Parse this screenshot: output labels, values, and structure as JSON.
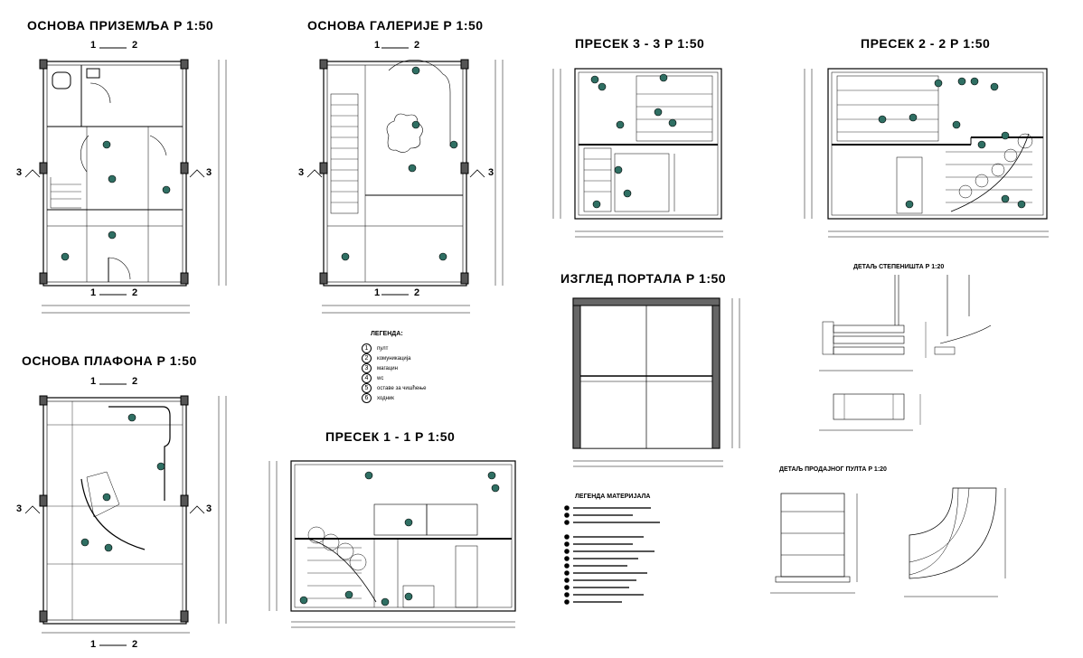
{
  "titles": {
    "ground_floor": "ОСНОВА ПРИЗЕМЉА  Р 1:50",
    "gallery": "ОСНОВА ГАЛЕРИЈЕ  Р 1:50",
    "section_33": "ПРЕСЕК 3 - 3 Р 1:50",
    "section_22": "ПРЕСЕК 2 - 2  Р 1:50",
    "portal": "ИЗГЛЕД ПОРТАЛА  Р 1:50",
    "ceiling": "ОСНОВА ПЛАФОНА   Р 1:50",
    "section_11": "ПРЕСЕК 1 - 1 Р 1:50",
    "stair_detail": "ДЕТАЉ СТЕПЕНИШТА  Р 1:20",
    "counter_detail": "ДЕТАЉ ПРОДАЈНОГ ПУЛТА  Р 1:20"
  },
  "section_marks": {
    "a_left": "1",
    "a_right": "2",
    "side": "3"
  },
  "legend": {
    "title": "ЛЕГЕНДА:",
    "items": [
      {
        "num": "1",
        "label": "пулт"
      },
      {
        "num": "2",
        "label": "комуникација"
      },
      {
        "num": "3",
        "label": "магацин"
      },
      {
        "num": "4",
        "label": "wc"
      },
      {
        "num": "5",
        "label": "оставе за чишћење"
      },
      {
        "num": "6",
        "label": "ходник"
      }
    ]
  },
  "materials": {
    "title": "ЛЕГЕНДА МАТЕРИЈАЛА"
  }
}
